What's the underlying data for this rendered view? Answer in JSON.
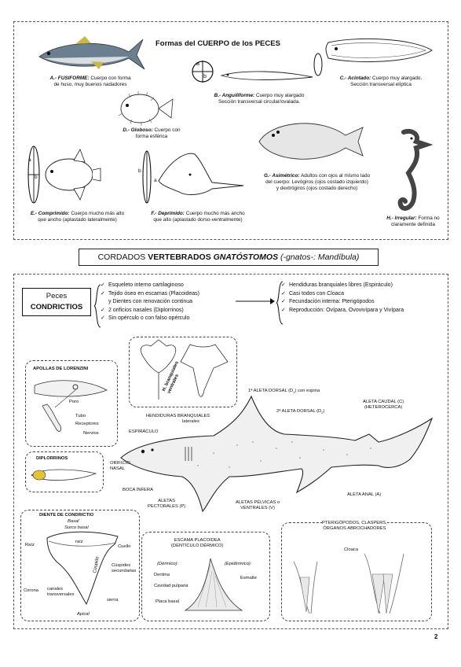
{
  "top": {
    "title": "Formas del CUERPO de los PECES",
    "a_name": "A.- FUSIFORME:",
    "a_desc1": "Cuerpo con forma",
    "a_desc2": "de huso, muy buenos nadadores",
    "b_name": "B.- Anguiliforme:",
    "b_desc1": "Cuerpo muy alargado",
    "b_desc2": "Sección transversal circular/ovalada.",
    "c_name": "C.- Acintado:",
    "c_desc1": "Cuerpo muy alargado.",
    "c_desc2": "Sección transversal elíptica",
    "d_name": "D.- Globoso:",
    "d_desc1": "Cuerpo con",
    "d_desc2": "forma esférica",
    "e_name": "E.- Comprimido:",
    "e_desc1": "Cuerpo mucho más alto",
    "e_desc2": "que ancho (aplastado lateralmente)",
    "f_name": "F.- Deprimido:",
    "f_desc1": "Cuerpo mucho más ancho",
    "f_desc2": "que alto (aplastado dorso-ventralmente)",
    "g_name": "G.- Asimétrico:",
    "g_desc1": "Adultos con ojos al mismo lado",
    "g_desc2": "del cuerpo: Levógiros (ojos costado izquierdo)",
    "g_desc3": "y dextrógiros (ojos costado derecho)",
    "h_name": "H.- Irregular:",
    "h_desc1": "Forma no",
    "h_desc2": "claramente definida",
    "axis_a": "a",
    "axis_b": "b"
  },
  "banner": {
    "pre": "CORDADOS ",
    "bold": "VERTEBRADOS ",
    "italic": "GNATÓSTOMOS",
    "paren": " (-gnatos-: Mandíbula)"
  },
  "bottom": {
    "peces": "Peces",
    "condrictios": "CONDRICTIOS",
    "left_checks": [
      "Esqueleto interno cartilaginoso",
      "Tejido óseo en escamas (Placoideas)",
      "y Dientes con renovación continua",
      "2 orificios nasales (Diplorrinos)",
      "Sin opérculo o con falso opérculo"
    ],
    "right_checks": [
      "Hendiduras branquiales libres (Espiráculo)",
      "Casi todos con Cloaca",
      "Fecundación interna: Pterigópodos",
      "Reproducción: Ovípara, Ovovivípara y Vivípara"
    ],
    "ampollas_title": "APOLLAS DE LORENZINI",
    "ampollas_labels": [
      "Poro",
      "Tubo",
      "Receptores",
      "Nervios"
    ],
    "diplorrinos_title": "DIPLORRINOS",
    "diente_title": "DIENTE DE CONDRICTIO",
    "diente_labels": [
      "Basal",
      "Surco basal",
      "Raíz",
      "raíz",
      "Cuello",
      "Cúspides",
      "secundarias",
      "Corona",
      "canales",
      "transversales",
      "Apical",
      "sierra",
      "Cúspide"
    ],
    "hend_label1": "H. branquiales",
    "hend_label2": "ventrales",
    "labels": {
      "hendiduras": "HENDIDURAS BRANQUIALES",
      "laterales": "laterales",
      "espiraculo": "ESPIRÁCULO",
      "orificio": "ORIFICIO",
      "nasal": "NASAL",
      "boca": "BOCA ÍNFERA",
      "aletas_pect1": "ALETAS",
      "aletas_pect2": "PECTORALES (P)",
      "primera_dorsal": "1ª ALETA DORSAL (D",
      "primera_dorsal_sub": "1",
      "primera_dorsal_end": ") con espina",
      "segunda_dorsal": "2ª ALETA DORSAL (D",
      "segunda_dorsal_sub": "2",
      "segunda_dorsal_end": ")",
      "caudal1": "ALETA CAUDAL (C)",
      "caudal2": "(HETEROCERCA)",
      "anal": "ALETA ANAL (A)",
      "pelvicas1": "ALETAS PÉLVICAS o",
      "pelvicas2": "VENTRALES (V)",
      "pterig1": "PTERIGÓPODOS, CLASPERS,",
      "pterig2": "ÓRGANOS ABROCHADORES",
      "cloaca": "Cloaca",
      "escama1": "ESCAMA PLACOIDEA",
      "escama2": "(DENTÍCULO DÉRMICO)",
      "dermico": "(Dérmico):",
      "epidermico": "(Epidérmico):",
      "dentina": "Dentina",
      "esmalte": "Esmalte",
      "cavidad": "Cavidad pulparia",
      "placa": "Placa basal"
    }
  },
  "page_number": "2"
}
